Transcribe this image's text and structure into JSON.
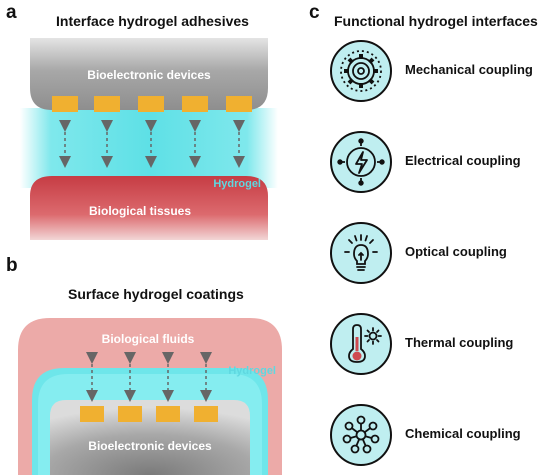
{
  "panel_a": {
    "letter": "a",
    "title": "Interface hydrogel adhesives",
    "device_label": "Bioelectronic devices",
    "hydrogel_label": "Hydrogel",
    "tissue_label": "Biological tissues"
  },
  "panel_b": {
    "letter": "b",
    "title": "Surface hydrogel coatings",
    "fluids_label": "Biological fluids",
    "hydrogel_label": "Hydrogel",
    "device_label": "Bioelectronic devices"
  },
  "panel_c": {
    "letter": "c",
    "title": "Functional hydrogel interfaces",
    "items": [
      {
        "label": "Mechanical coupling",
        "icon": "gear-icon"
      },
      {
        "label": "Electrical coupling",
        "icon": "lightning-icon"
      },
      {
        "label": "Optical coupling",
        "icon": "lightbulb-icon"
      },
      {
        "label": "Thermal coupling",
        "icon": "thermometer-icon"
      },
      {
        "label": "Chemical coupling",
        "icon": "molecule-icon"
      }
    ]
  },
  "colors": {
    "hydrogel": "#6ee6ea",
    "hydrogel_text": "#5fd8e0",
    "device": "#9a9a9a",
    "electrode": "#f0b030",
    "tissue": "#cf4a50",
    "fluid": "#ecaaa8",
    "icon_fill": "#bfeef0"
  }
}
